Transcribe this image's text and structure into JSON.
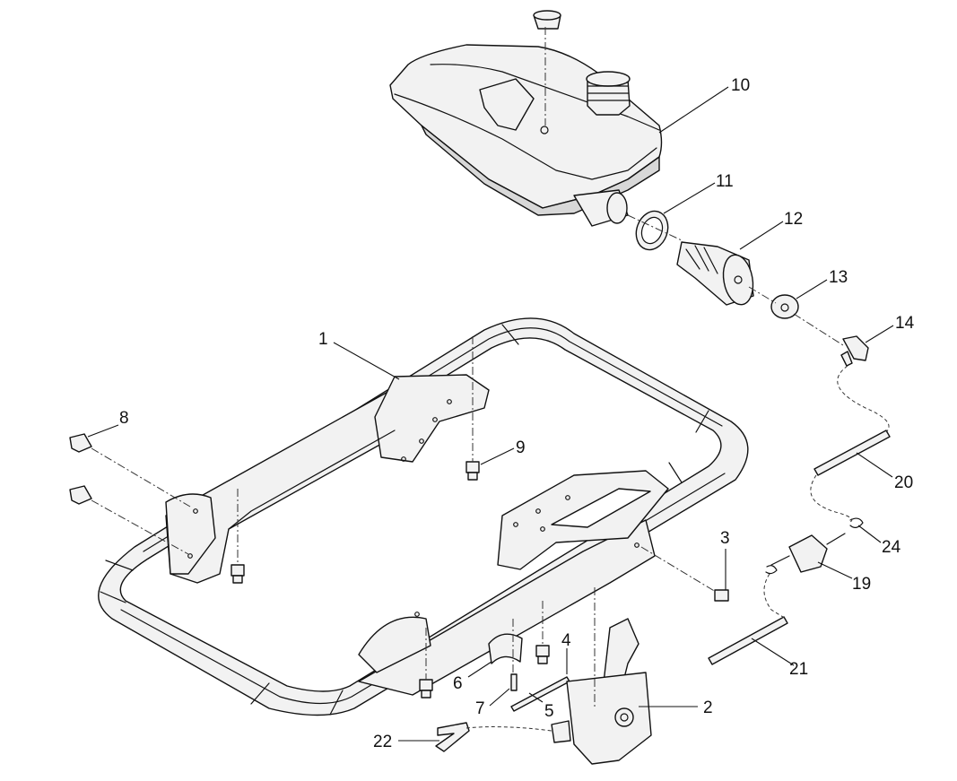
{
  "diagram": {
    "type": "exploded-parts-diagram",
    "callouts": [
      {
        "id": "c1",
        "label": "1"
      },
      {
        "id": "c2",
        "label": "2"
      },
      {
        "id": "c3",
        "label": "3"
      },
      {
        "id": "c4",
        "label": "4"
      },
      {
        "id": "c5",
        "label": "5"
      },
      {
        "id": "c6",
        "label": "6"
      },
      {
        "id": "c7",
        "label": "7"
      },
      {
        "id": "c8",
        "label": "8"
      },
      {
        "id": "c9",
        "label": "9"
      },
      {
        "id": "c10",
        "label": "10"
      },
      {
        "id": "c11",
        "label": "11"
      },
      {
        "id": "c12",
        "label": "12"
      },
      {
        "id": "c13",
        "label": "13"
      },
      {
        "id": "c14",
        "label": "14"
      },
      {
        "id": "c19",
        "label": "19"
      },
      {
        "id": "c20",
        "label": "20"
      },
      {
        "id": "c21",
        "label": "21"
      },
      {
        "id": "c22",
        "label": "22"
      },
      {
        "id": "c24",
        "label": "24"
      }
    ]
  }
}
